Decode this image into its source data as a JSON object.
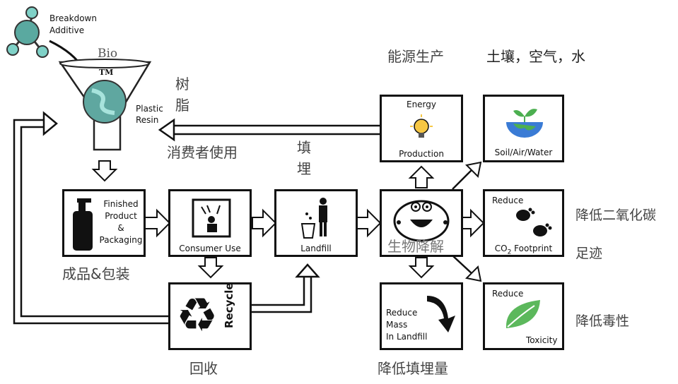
{
  "additive": {
    "line1": "Breakdown",
    "line2": "Additive"
  },
  "bio": {
    "text": "Bio",
    "tm": "TM"
  },
  "resin": {
    "line1": "Plastic",
    "line2": "Resin"
  },
  "finished": {
    "lines": [
      "Finished",
      "Product",
      "&",
      "Packaging"
    ],
    "cn": "成品&包装"
  },
  "consumer": {
    "label": "Consumer Use",
    "cn": "消费者使用"
  },
  "landfill": {
    "label": "Landfill",
    "cn_char1": "填",
    "cn_char2": "埋"
  },
  "recycle": {
    "label": "Recycle",
    "cn": "回收"
  },
  "biodeg": {
    "cn": "生物降解"
  },
  "energy": {
    "line1": "Energy",
    "line2": "Production",
    "cn": "能源生产"
  },
  "resin_cn": {
    "char1": "树",
    "char2": "脂"
  },
  "soil": {
    "label": "Soil/Air/Water",
    "cn": "土壤，空气，水"
  },
  "co2": {
    "top": "Reduce",
    "bottom_pre": "CO",
    "bottom_sub": "2",
    "bottom_post": " Footprint",
    "cn1": "降低二氧化碳",
    "cn2": "足迹"
  },
  "toxicity": {
    "top": "Reduce",
    "bottom": "Toxicity",
    "cn": "降低毒性"
  },
  "mass": {
    "lines": [
      "Reduce",
      "Mass",
      "In Landfill"
    ],
    "cn": "降低填埋量"
  },
  "colors": {
    "line": "#111111",
    "green": "#4caf50",
    "teal": "#2a9d8f",
    "yellow": "#f6c744",
    "blue": "#3a7bd5"
  }
}
